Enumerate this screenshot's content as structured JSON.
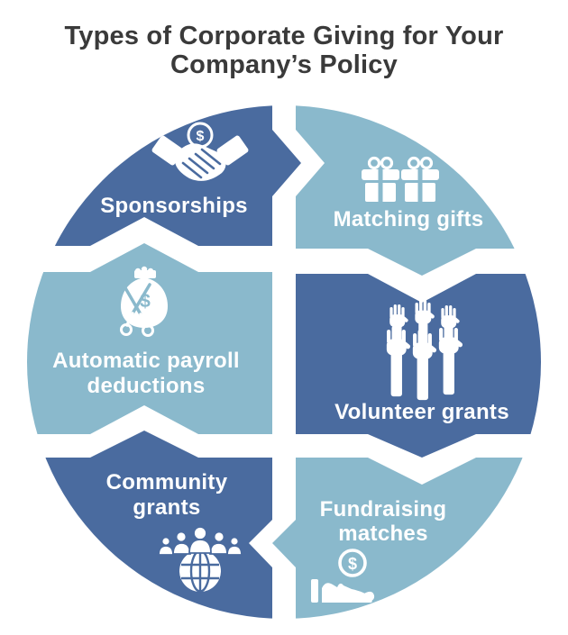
{
  "title": {
    "line1": "Types of Corporate Giving for Your",
    "line2": "Company’s Policy"
  },
  "colors": {
    "dark_blue": "#4a6b9f",
    "light_blue": "#8ab9cc",
    "title_text": "#3a3a3a",
    "label_text": "#ffffff",
    "background": "#ffffff"
  },
  "segments": [
    {
      "id": "sponsorships",
      "position": "top-left",
      "color": "dark_blue",
      "icon": "handshake-dollar-icon",
      "label_lines": [
        "Sponsorships"
      ]
    },
    {
      "id": "matching-gifts",
      "position": "top-right",
      "color": "light_blue",
      "icon": "gift-boxes-icon",
      "label_lines": [
        "Matching gifts"
      ]
    },
    {
      "id": "automatic-payroll-deductions",
      "position": "middle-left",
      "color": "light_blue",
      "icon": "money-bag-scissors-icon",
      "label_lines": [
        "Automatic payroll",
        "deductions"
      ]
    },
    {
      "id": "volunteer-grants",
      "position": "middle-right",
      "color": "dark_blue",
      "icon": "raised-hands-icon",
      "label_lines": [
        "Volunteer grants"
      ]
    },
    {
      "id": "community-grants",
      "position": "bottom-left",
      "color": "dark_blue",
      "icon": "globe-people-icon",
      "label_lines": [
        "Community",
        "grants"
      ]
    },
    {
      "id": "fundraising-matches",
      "position": "bottom-right",
      "color": "light_blue",
      "icon": "hand-coin-icon",
      "label_lines": [
        "Fundraising",
        "matches"
      ]
    }
  ],
  "icon_glyphs": {
    "dollar": "$"
  }
}
